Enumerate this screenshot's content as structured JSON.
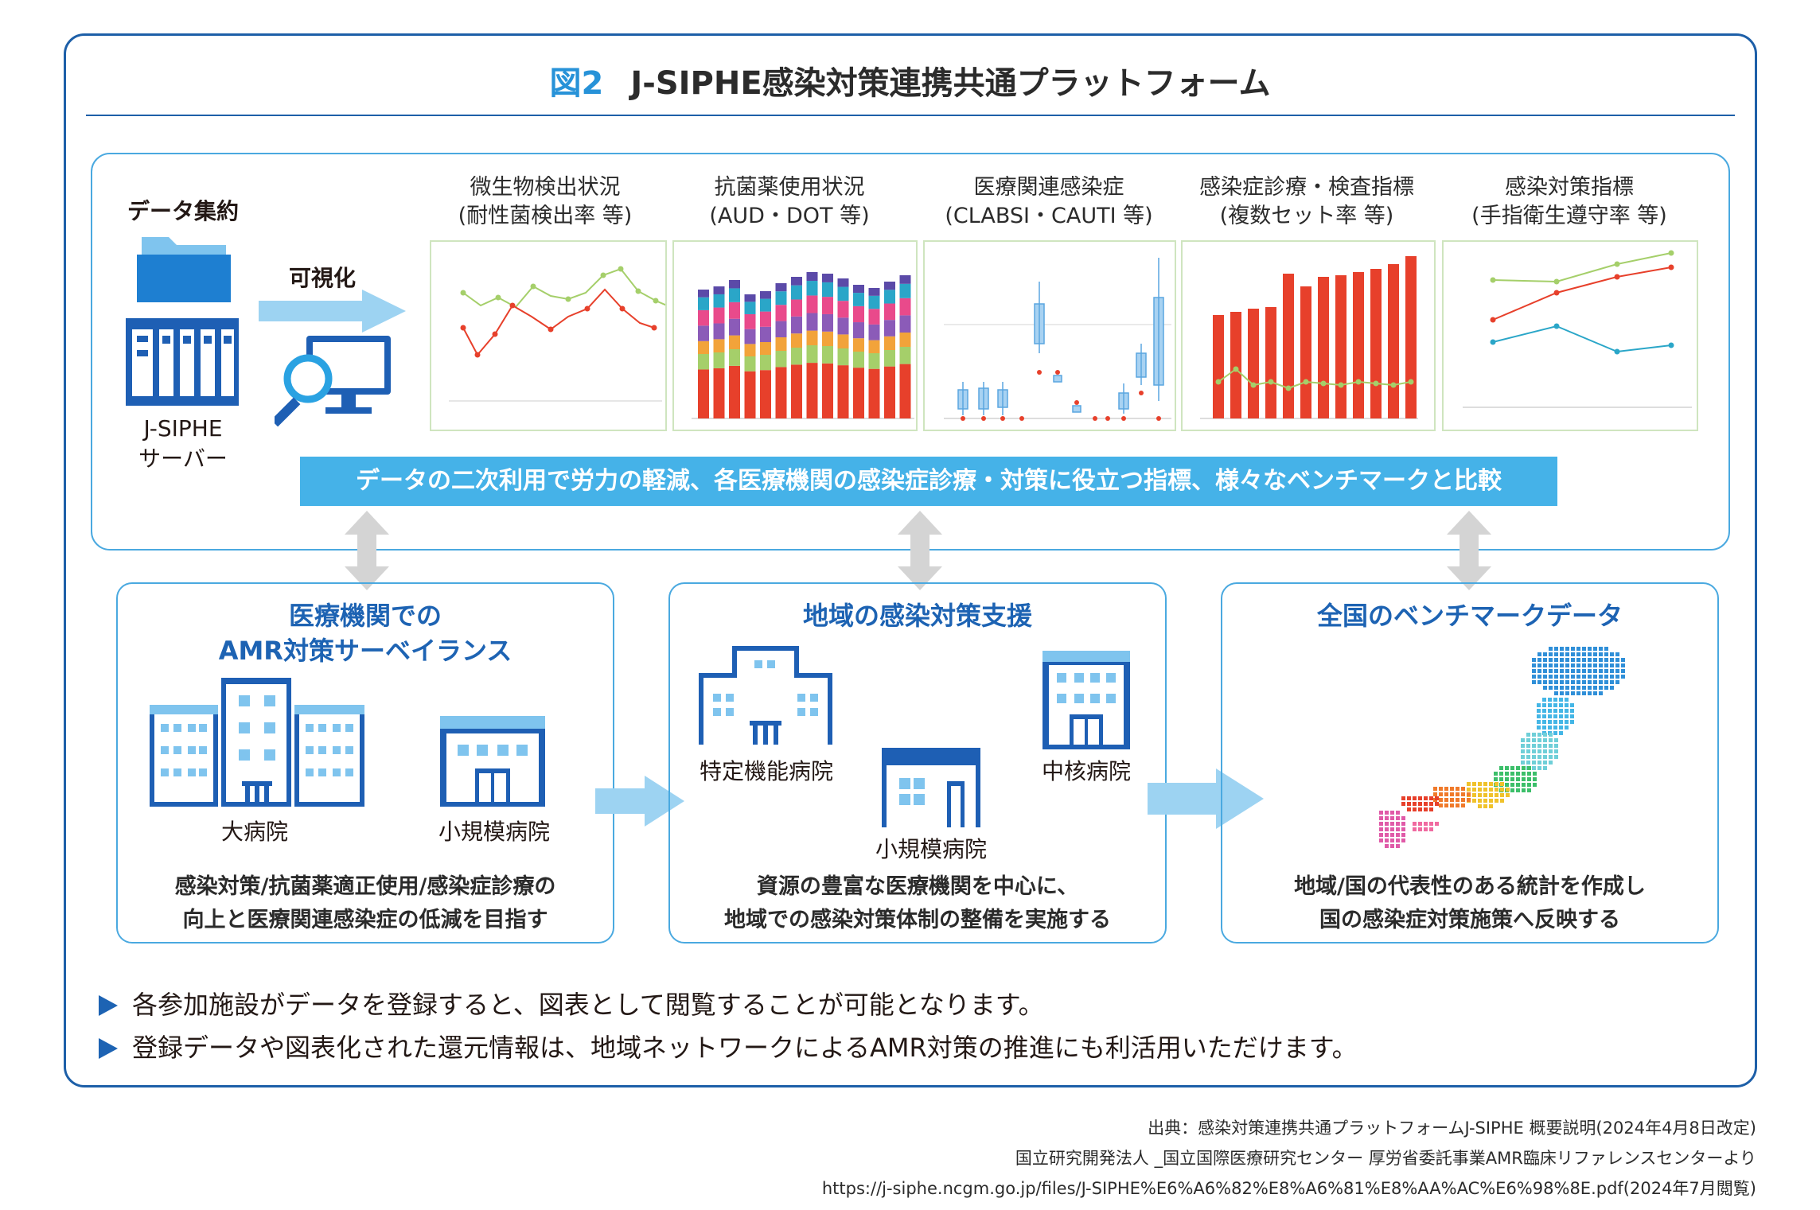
{
  "header": {
    "figure_label": "図2",
    "title": "J-SIPHE感染対策連携共通プラットフォーム"
  },
  "top": {
    "data_collect_label": "データ集約",
    "visualize_label": "可視化",
    "server_label_1": "J-SIPHE",
    "server_label_2": "サーバー",
    "charts": [
      {
        "title1": "微生物検出状況",
        "title2": "(耐性菌検出率 等)"
      },
      {
        "title1": "抗菌薬使用状況",
        "title2": "(AUD・DOT 等)"
      },
      {
        "title1": "医療関連感染症",
        "title2": "(CLABSI・CAUTI 等)"
      },
      {
        "title1": "感染症診療・検査指標",
        "title2": "(複数セット率 等)"
      },
      {
        "title1": "感染対策指標",
        "title2": "(手指衛生遵守率 等)"
      }
    ],
    "banner": "データの二次利用で労力の軽減、各医療機関の感染症診療・対策に役立つ指標、様々なベンチマークと比較"
  },
  "panels": {
    "left": {
      "title1": "医療機関での",
      "title2": "AMR対策サーベイランス",
      "large_hospital": "大病院",
      "small_hospital": "小規模病院",
      "desc1": "感染対策/抗菌薬適正使用/感染症診療の",
      "desc2": "向上と医療関連感染症の低減を目指す"
    },
    "middle": {
      "title": "地域の感染対策支援",
      "special_hospital": "特定機能病院",
      "core_hospital": "中核病院",
      "small_hospital": "小規模病院",
      "desc1": "資源の豊富な医療機関を中心に、",
      "desc2": "地域での感染対策体制の整備を実施する"
    },
    "right": {
      "title": "全国のベンチマークデータ",
      "desc1": "地域/国の代表性のある統計を作成し",
      "desc2": "国の感染症対策施策へ反映する"
    }
  },
  "bullets": [
    "各参加施設がデータを登録すると、図表として閲覧することが可能となります。",
    "登録データや図表化された還元情報は、地域ネットワークによるAMR対策の推進にも利活用いただけます。"
  ],
  "source": {
    "line1": "出典：感染対策連携共通プラットフォームJ-SIPHE 概要説明(2024年4月8日改定)",
    "line2": "国立研究開発法人 _国立国際医療研究センター 厚労省委託事業AMR臨床リファレンスセンターより",
    "line3": "https://j-siphe.ncgm.go.jp/files/J-SIPHE%E6%A6%82%E8%A6%81%E8%AA%AC%E6%98%8E.pdf(2024年7月閲覧)"
  },
  "colors": {
    "frame": "#1d5fa8",
    "accent": "#2792d8",
    "panel_border": "#4aa9e0",
    "banner": "#45b2e8",
    "arrow": "#9dd3f2"
  }
}
